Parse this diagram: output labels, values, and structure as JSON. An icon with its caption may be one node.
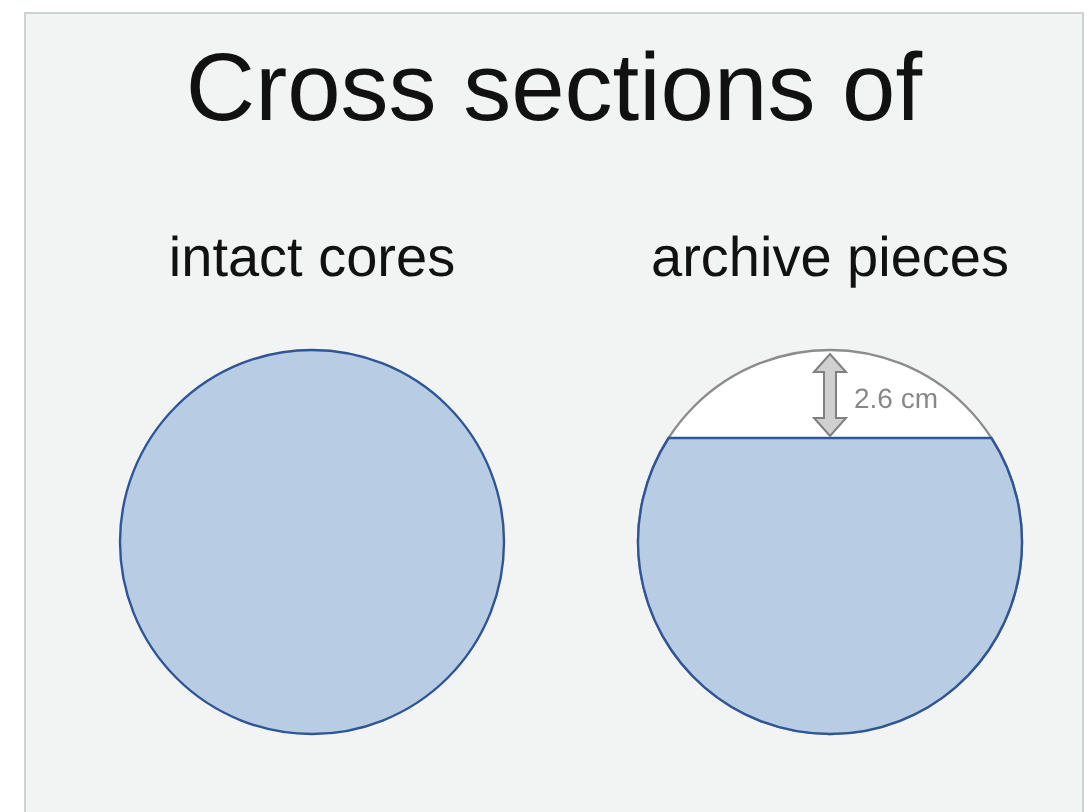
{
  "diagram": {
    "title": "Cross sections of",
    "nodes": [
      {
        "text": [
          "intact cores"
        ]
      },
      {
        "text": [
          "archive pieces"
        ]
      }
    ],
    "labels": [
      "2.6 cm"
    ]
  }
}
